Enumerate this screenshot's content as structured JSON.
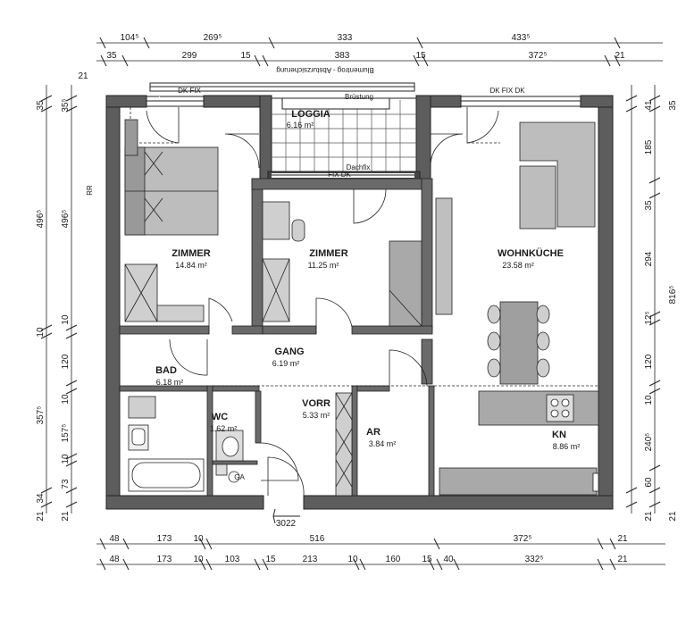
{
  "dimensions": {
    "top_outer": [
      "104⁵",
      "269⁵",
      "333",
      "433⁵"
    ],
    "top_inner": [
      "35",
      "299",
      "15",
      "383",
      "15",
      "372⁵",
      "21"
    ],
    "top_left_edge": "21",
    "bottom_outer": [
      "48",
      "173",
      "10",
      "516",
      "372⁵",
      "21"
    ],
    "bottom_inner": [
      "48",
      "173",
      "10",
      "103",
      "15",
      "213",
      "10",
      "160",
      "15",
      "40",
      "332⁵",
      "21"
    ],
    "left_outer": [
      "35",
      "496⁵",
      "10",
      "357⁵",
      "34",
      "21"
    ],
    "left_inner": [
      "35⁵",
      "496⁵",
      "10",
      "120",
      "10",
      "157⁵",
      "10",
      "73",
      "21"
    ],
    "right_outer": [
      "35",
      "816⁵",
      "21"
    ],
    "right_inner": [
      "41",
      "185",
      "35",
      "294",
      "12⁵",
      "120",
      "10",
      "240⁵",
      "60",
      "21"
    ]
  },
  "rooms": [
    {
      "name": "ZIMMER",
      "area": "14.84 m²"
    },
    {
      "name": "ZIMMER",
      "area": "11.25 m²"
    },
    {
      "name": "LOGGIA",
      "area": "6.16 m²"
    },
    {
      "name": "WOHNKÜCHE",
      "area": "23.58 m²"
    },
    {
      "name": "GANG",
      "area": "6.19 m²"
    },
    {
      "name": "BAD",
      "area": "6.18 m²"
    },
    {
      "name": "WC",
      "area": "1.62 m²"
    },
    {
      "name": "VORR",
      "area": "5.33 m²"
    },
    {
      "name": "AR",
      "area": "3.84 m²"
    },
    {
      "name": "KN",
      "area": "8.86 m²"
    }
  ],
  "labels": {
    "dk_fix_left": "DK FIX",
    "dk_fix_right": "DK   FIX DK",
    "bruestung": "Brüstung",
    "dachfix": "Dachfix",
    "fix_dk": "FIX DK",
    "top_note": "Blumentrog - Absturzsicherung",
    "entrance": "3022",
    "ga": "GA",
    "rr": "RR"
  }
}
